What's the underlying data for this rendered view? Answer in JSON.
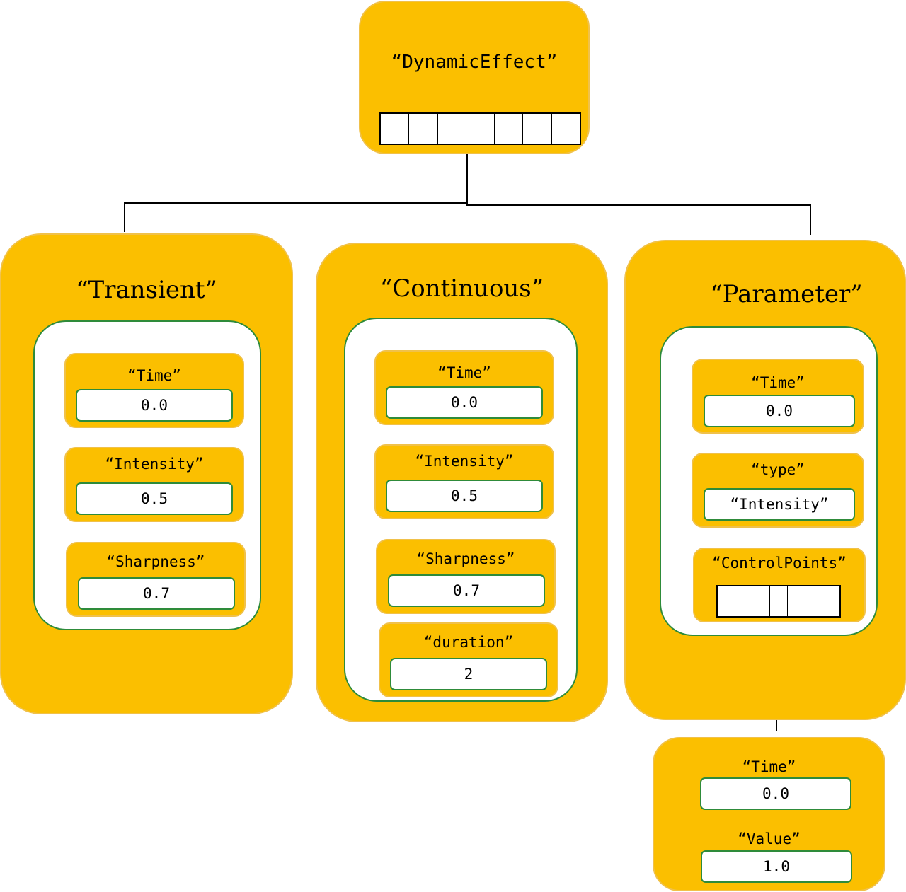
{
  "root": {
    "title": "“DynamicEffect”",
    "array_cells": 7
  },
  "transient": {
    "title": "“Transient”",
    "fields": [
      {
        "label": "“Time”",
        "value": "0.0"
      },
      {
        "label": "“Intensity”",
        "value": "0.5"
      },
      {
        "label": "“Sharpness”",
        "value": "0.7"
      }
    ]
  },
  "continuous": {
    "title": "“Continuous”",
    "fields": [
      {
        "label": "“Time”",
        "value": "0.0"
      },
      {
        "label": "“Intensity”",
        "value": "0.5"
      },
      {
        "label": "“Sharpness”",
        "value": "0.7"
      },
      {
        "label": "“duration”",
        "value": "2"
      }
    ]
  },
  "parameter": {
    "title": "“Parameter”",
    "fields": [
      {
        "label": "“Time”",
        "value": "0.0"
      },
      {
        "label": "“type”",
        "value": "“Intensity”"
      }
    ],
    "control_points": {
      "label": "“ControlPoints”",
      "array_cells": 7
    }
  },
  "control_point": {
    "fields": [
      {
        "label": "“Time”",
        "value": "0.0"
      },
      {
        "label": "“Value”",
        "value": "1.0"
      }
    ]
  },
  "colors": {
    "node_fill": "#FBBF00",
    "inner_border": "#2E8B3A",
    "connector": "#000000"
  }
}
